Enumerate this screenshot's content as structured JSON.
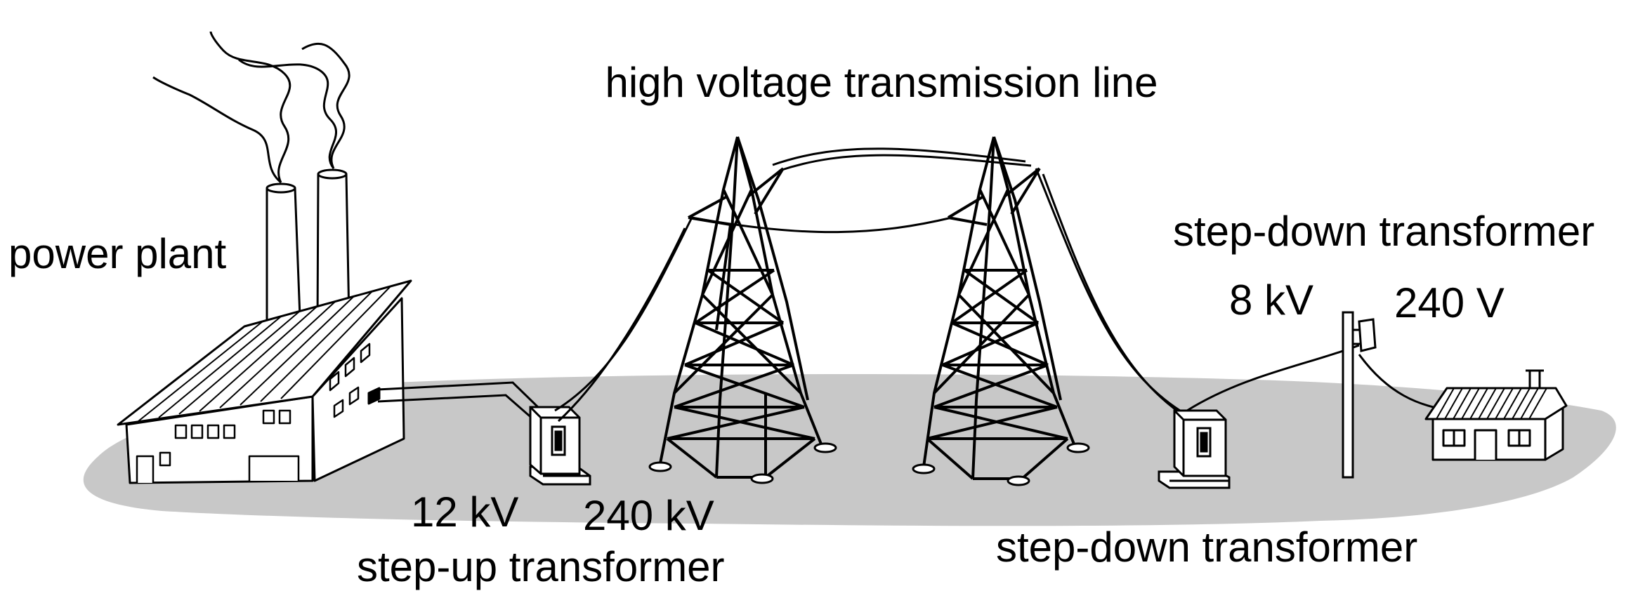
{
  "labels": {
    "title": "high voltage transmission line",
    "power_plant": "power plant",
    "step_up_in": "12 kV",
    "step_up_out": "240 kV",
    "step_up_name": "step-up transformer",
    "step_down_1_name": "step-down transformer",
    "step_down_2_name": "step-down transformer",
    "step_down_2_in": "8 kV",
    "step_down_2_out": "240 V"
  },
  "colors": {
    "ground": "#c8c8c8",
    "line": "#000000",
    "fill": "#ffffff"
  }
}
